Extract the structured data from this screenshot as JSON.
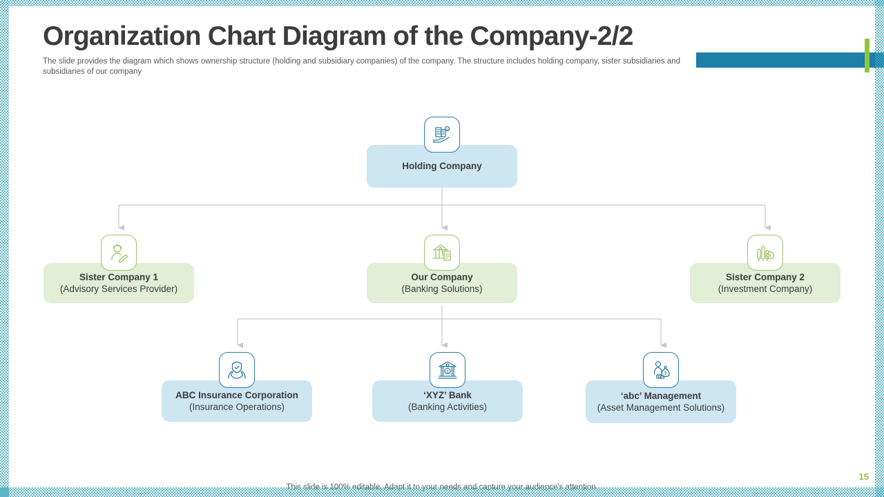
{
  "header": {
    "title": "Organization Chart Diagram of the Company-2/2",
    "subtitle": "The slide provides the diagram which shows ownership structure (holding and subsidiary companies) of the company. The structure includes holding company, sister subsidiaries and subsidiaries of our company"
  },
  "footer": {
    "note": "This slide is 100% editable. Adapt it to your needs and capture your audience's attention.",
    "page_number": "15"
  },
  "colors": {
    "accent_bar": "#1b7fa8",
    "accent_green": "#8cc63e",
    "box_blue": "#cde6f2",
    "box_green": "#e2eed5",
    "icon_blue": "#2e7d9e",
    "icon_green": "#9ec36a",
    "connector": "#c8c8c8",
    "title_text": "#3c3c3c",
    "frame": "#3fa8bf"
  },
  "chart_data": {
    "type": "diagram",
    "title": "Organization Chart Diagram of the Company-2/2",
    "levels": [
      {
        "level": 1,
        "nodes": [
          {
            "id": "holding",
            "title": "Holding Company",
            "subtitle": "",
            "theme": "blue",
            "icon": "buildings-on-hand-icon"
          }
        ]
      },
      {
        "level": 2,
        "nodes": [
          {
            "id": "sister1",
            "title": "Sister Company 1",
            "subtitle": "(Advisory Services Provider)",
            "theme": "green",
            "icon": "advisor-person-icon"
          },
          {
            "id": "ourcompany",
            "title": "Our Company",
            "subtitle": "(Banking Solutions)",
            "theme": "green",
            "icon": "bank-document-icon"
          },
          {
            "id": "sister2",
            "title": "Sister Company 2",
            "subtitle": "(Investment Company)",
            "theme": "green",
            "icon": "investment-chart-icon"
          }
        ]
      },
      {
        "level": 3,
        "nodes": [
          {
            "id": "abcinsurance",
            "title": "ABC Insurance Corporation",
            "subtitle": "(Insurance Operations)",
            "theme": "blue",
            "icon": "shield-in-hands-icon"
          },
          {
            "id": "xyzbank",
            "title": "‘XYZ’ Bank",
            "subtitle": "(Banking Activities)",
            "theme": "blue",
            "icon": "bank-building-icon"
          },
          {
            "id": "abcmanagement",
            "title": "‘abc’ Management",
            "subtitle": "(Asset Management Solutions)",
            "theme": "blue",
            "icon": "person-money-bag-icon"
          }
        ]
      }
    ],
    "edges": [
      {
        "from": "holding",
        "to": "sister1"
      },
      {
        "from": "holding",
        "to": "ourcompany"
      },
      {
        "from": "holding",
        "to": "sister2"
      },
      {
        "from": "ourcompany",
        "to": "abcinsurance"
      },
      {
        "from": "ourcompany",
        "to": "xyzbank"
      },
      {
        "from": "ourcompany",
        "to": "abcmanagement"
      }
    ]
  }
}
